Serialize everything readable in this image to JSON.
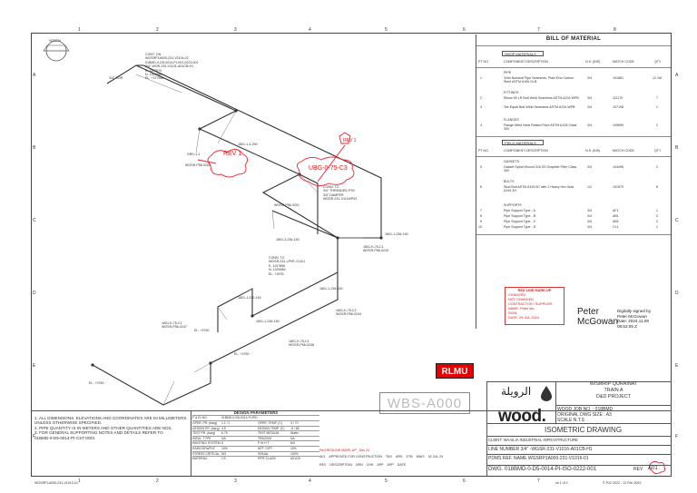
{
  "sheet": {
    "col_numbers": [
      "1",
      "2",
      "3",
      "4",
      "5",
      "6",
      "7",
      "8"
    ],
    "row_letters": [
      "A",
      "B",
      "C",
      "D",
      "E",
      "F"
    ],
    "drawing_ref_bottom_left": "WGSRP1A000-231-V1010-01",
    "page_counter": "sh 1 of 1",
    "print_stamp": "© P22 2022 - 12 Feb 2023"
  },
  "north_label": "NORTH",
  "bom": {
    "title": "BILL OF MATERIAL",
    "shop_materials": "SHOP MATERIALS",
    "field_materials": "FIELD MATERIALS",
    "col_pt": "PT NO",
    "col_desc": "COMPONENT DESCRIPTION",
    "col_size": "N.S. (INS)",
    "col_code": "MATCH CODE",
    "col_qty": "QTY",
    "shop_groups": [
      {
        "group": "PIPE",
        "items": [
          {
            "pt": "1",
            "desc": "3/4in Nominal Pipe Seamless, Plain End Carbon Steel ASTM A106 Gr.B",
            "size": "3/4",
            "code": "101861",
            "qty": "12.1M"
          }
        ]
      },
      {
        "group": "FITTINGS",
        "items": [
          {
            "pt": "2",
            "desc": "Elbow 90 LR Butt Weld Seamless ASTM A234 WPB",
            "size": "3/4",
            "code": "111170",
            "qty": "7"
          },
          {
            "pt": "3",
            "desc": "Tee Equal Butt Weld Seamless ASTM A234 WPB",
            "size": "3/4",
            "code": "107198",
            "qty": "1"
          }
        ]
      },
      {
        "group": "FLANGES",
        "items": [
          {
            "pt": "4",
            "desc": "Flange Weld Neck Raised Face ASTM A105 Class 300",
            "size": "3/4",
            "code": "105899",
            "qty": "2"
          }
        ]
      }
    ],
    "field_groups": [
      {
        "group": "GASKETS",
        "items": [
          {
            "pt": "5",
            "desc": "Gasket Spiral Wound 316 SS Graphite Filler Class 300",
            "size": "3/4",
            "code": "104496",
            "qty": "2"
          }
        ]
      },
      {
        "group": "BOLTS",
        "items": [
          {
            "pt": "6",
            "desc": "Stud Bolt ASTM A193 B7 with 2 Heavy Hex Nuts A194 2H",
            "size": "1/2",
            "code": "101579",
            "qty": "8"
          }
        ]
      },
      {
        "group": "SUPPORTS",
        "items": [
          {
            "pt": "7",
            "desc": "Pipe Support Type - A",
            "size": "3/4",
            "code": "AF1",
            "qty": "1"
          },
          {
            "pt": "8",
            "desc": "Pipe Support Type - B",
            "size": "3/4",
            "code": "AB1",
            "qty": "2"
          },
          {
            "pt": "9",
            "desc": "Pipe Support Type - C",
            "size": "3/4",
            "code": "AB2",
            "qty": "2"
          },
          {
            "pt": "10",
            "desc": "Pipe Support Type - D",
            "size": "3/4",
            "code": "CL1",
            "qty": "1"
          }
        ]
      }
    ]
  },
  "iso_labels": {
    "top_coord": "CONT. ON\nWGSRP1A000-231-V1104-02\n01BMD-0-D5-0014-PI-ISO-0223-001\n3/4\"-WGR-231-V1101-A01CB-H1\nE. 1107670\nN. 1329864\nEL. +377560",
    "size_3_4": "3/4\" GOR",
    "dim_180": "1801-1-4-250",
    "weld_1": "GRD-1-1",
    "tag_1": "WGSR-P56-0202",
    "cont_2": "CONN. TO\n3/4\" THREADED PSV\n3/4\" DAMPER\nWGSR-231-V1104/P03",
    "tag_2": "WGSR-P56-0201",
    "dim_2": "1801-1-236-150",
    "dim_3": "1801-3-236-150",
    "coord_mid": "CONN. TO\nWGSR-231-LPHF-V1101\nE. 1107856\nN. 1329984\nEL. +3976",
    "dim_4": "1801-1-236-150",
    "dim_5": "1801-1-230-150",
    "el_1": "EL. +3760",
    "dim_6": "1801-1-236-150",
    "gsp_1": "1801-K-75-C1\nWGSR-P56-0247",
    "gsp_2": "1801-K-75-C1\nWGSR-P56-0246",
    "gsp_3": "1801-K-75-C2\nWGSR-P56-0244",
    "gsp_4": "1801-K-75-C1\nWGSR-P56-0243",
    "el_2": "EL. +3760",
    "el_3": "EL. +3760"
  },
  "markup": {
    "rev_cloud_1": "REV 1",
    "rev_cloud_2": "REV 1",
    "note_support": "UBG-0-75-C3",
    "arrow_text": "R.T.",
    "box_title": "RED LINE MARK-UP",
    "box_changed": "CHANGED",
    "box_not_changed": "NOT CHANGED",
    "box_contractor": "CONTRACTOR / SUPPLIER",
    "box_name": "NAME: Peter Mo",
    "box_sign": "SIGN:",
    "box_date": "DATE: 29-JUL-2024",
    "rlmu": "RLMU",
    "signoff_1": "Red REDLINE MARK-UP",
    "signoff_date": "Dec 24",
    "rev_mark": "A01"
  },
  "signature": {
    "name_line1": "Peter",
    "name_line2": "McGowan",
    "digital_1": "Digitally signed by",
    "digital_2": "Peter McGowan",
    "digital_3": "Date: 2024.11.08",
    "digital_4": "08:52:05 Z"
  },
  "wbs": "WBS-A000",
  "notes": [
    "1. ALL DIMENSIONS, ELEVATIONS AND COORDINATES ARE IN MILLIMETERS",
    "   UNLESS OTHERWISE SPECIFIED.",
    "2. PIPE QUANTITY IS IN METERS AND OTHER QUANTITIES ARE NOS.",
    "3. FOR GENERAL SUPPORTING NOTES AND DETAILS REFER TO",
    "   01BMD-0-D5-0014-PI-CST-0001"
  ],
  "design_params": {
    "title": "DESIGN PARAMETERS",
    "rows": [
      [
        "P & ID NO.",
        "01BMD-0-D5-0014-PI-PID-0004-004",
        "",
        ""
      ],
      [
        "OPER. PR. (barg)",
        "1.1 / 1",
        "OPER. TEMP. (C)",
        "3 / 70"
      ],
      [
        "DESIGN PR. (barg)",
        "4.5",
        "DESIGN TEMP. (C)",
        "-6 / 85"
      ],
      [
        "TEST PR. (barg)",
        "6.75",
        "TEST MEDIUM",
        "Water"
      ],
      [
        "INSUL. TYPE",
        "NA",
        "TRACING",
        "NA"
      ],
      [
        "PAINTING SYSTEM",
        "5",
        "P W H T",
        "NO"
      ],
      [
        "RADIOGRAPHY",
        "10%",
        "NPT / DPT",
        "10%"
      ],
      [
        "STRESS CRITICAL",
        "NO",
        "VISUAL",
        "100%"
      ],
      [
        "MATERIAL",
        "CS",
        "PIPE CLASS",
        "A01CB"
      ]
    ]
  },
  "revisions": {
    "rev_row": [
      "A01",
      "APPROVED FOR CONSTRUCTION",
      "TAO",
      "ARS",
      "DTB",
      "WAIS",
      "02 JUL 24"
    ],
    "headers": [
      "REV",
      "DESCRIPTION",
      "DRN",
      "CHK",
      "APP",
      "APP",
      "DATE"
    ]
  },
  "title_block": {
    "arabic": "الرويلة",
    "wood": "wood.",
    "project_1": "WISMRIP QURAINAT",
    "project_2": "TRAIN A",
    "project_3": "D&D PROJECT",
    "job_no": "WOOD JOB NO. : 018BMD",
    "dwg_size": "ORIGINAL DWG SIZE : A3",
    "scale": "SCALE  N.T.S",
    "iso": "ISOMETRIC DRAWING",
    "client": "CLIENT: WAAILIA INDUSTRIAL INFRASTRUCTURE",
    "line_no": "LINE NUMBER   3/4\" -WGSR-231-V1016-A01CB-H1",
    "pdms": "PDMS REF. NAME  WGSRP1A000-231-V1016-01",
    "dwg": "DWG.  018BMD-0-D5-0014-PI-ISO-0222-001",
    "rev": "REV",
    "rev_val": "A01",
    "sheet": "SH 1 OF 1"
  }
}
